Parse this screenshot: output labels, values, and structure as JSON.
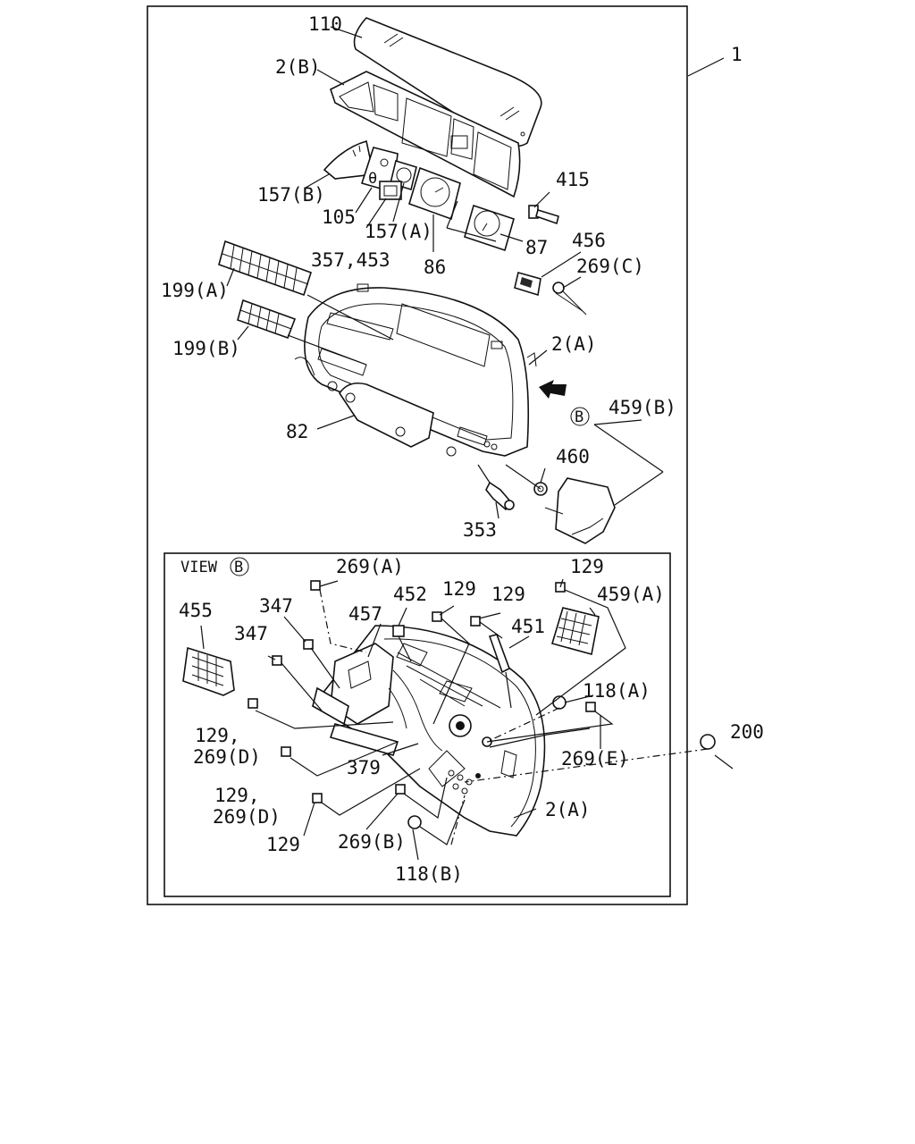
{
  "labels": {
    "assembly": "1",
    "glass": "110",
    "bezel": "2(B)",
    "gauge_157b": "157(B)",
    "gauge_105": "105",
    "gauge_157a": "157(A)",
    "gauge_357_453": "357,453",
    "gauge_86": "86",
    "gauge_87": "87",
    "screw_415": "415",
    "part_456": "456",
    "screw_269c": "269(C)",
    "strip_199a": "199(A)",
    "strip_199b": "199(B)",
    "case_2a": "2(A)",
    "view_marker": "B",
    "part_459b": "459(B)",
    "case_82": "82",
    "bulb_460": "460",
    "bulb_353": "353",
    "view_title": "VIEW",
    "view_marker2": "B",
    "view_269a": "269(A)",
    "view_129_top": "129",
    "view_459a": "459(A)",
    "view_455": "455",
    "view_347_a": "347",
    "view_452": "452",
    "view_129_b": "129",
    "view_129_c": "129",
    "view_457": "457",
    "view_451": "451",
    "view_347_b": "347",
    "view_118a": "118(A)",
    "view_200": "200",
    "view_129_269d_a_1": "129,",
    "view_129_269d_a_2": "269(D)",
    "view_379": "379",
    "view_269e": "269(E)",
    "view_129_269d_b_1": "129,",
    "view_129_269d_b_2": "269(D)",
    "view_2a": "2(A)",
    "view_129_d": "129",
    "view_269b": "269(B)",
    "view_118b": "118(B)"
  }
}
